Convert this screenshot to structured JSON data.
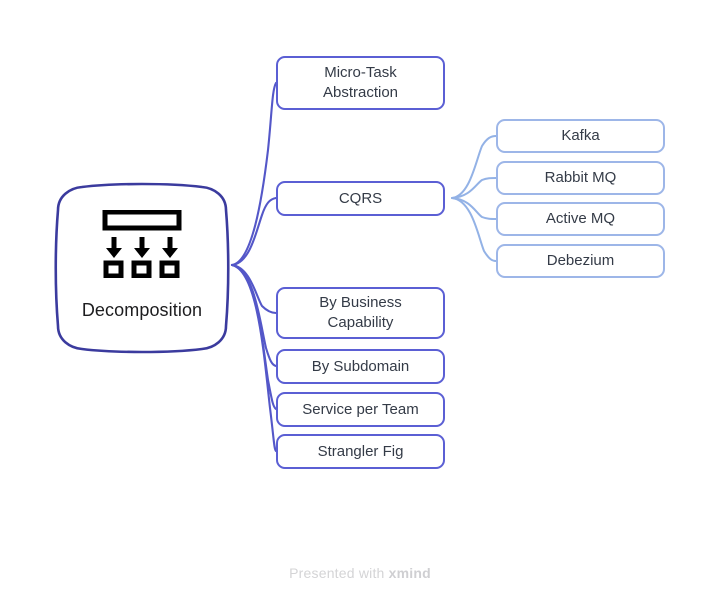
{
  "diagram": {
    "type": "mind-map",
    "root": {
      "label": "Decomposition",
      "icon": "decomposition-icon",
      "border_color": "#3b3b9e"
    },
    "branches": [
      {
        "label": "Micro-Task\nAbstraction",
        "border_color": "#5b5fd4",
        "children": []
      },
      {
        "label": "CQRS",
        "border_color": "#5b5fd4",
        "children": [
          {
            "label": "Kafka",
            "border_color": "#9db6e8"
          },
          {
            "label": "Rabbit MQ",
            "border_color": "#9db6e8"
          },
          {
            "label": "Active MQ",
            "border_color": "#9db6e8"
          },
          {
            "label": "Debezium",
            "border_color": "#9db6e8"
          }
        ]
      },
      {
        "label": "By Business\nCapability",
        "border_color": "#5b5fd4",
        "children": []
      },
      {
        "label": "By Subdomain",
        "border_color": "#5b5fd4",
        "children": []
      },
      {
        "label": "Service per Team",
        "border_color": "#5b5fd4",
        "children": []
      },
      {
        "label": "Strangler Fig",
        "border_color": "#5b5fd4",
        "children": []
      }
    ]
  },
  "footer": {
    "prefix": "Presented with ",
    "brand": "xmind"
  }
}
